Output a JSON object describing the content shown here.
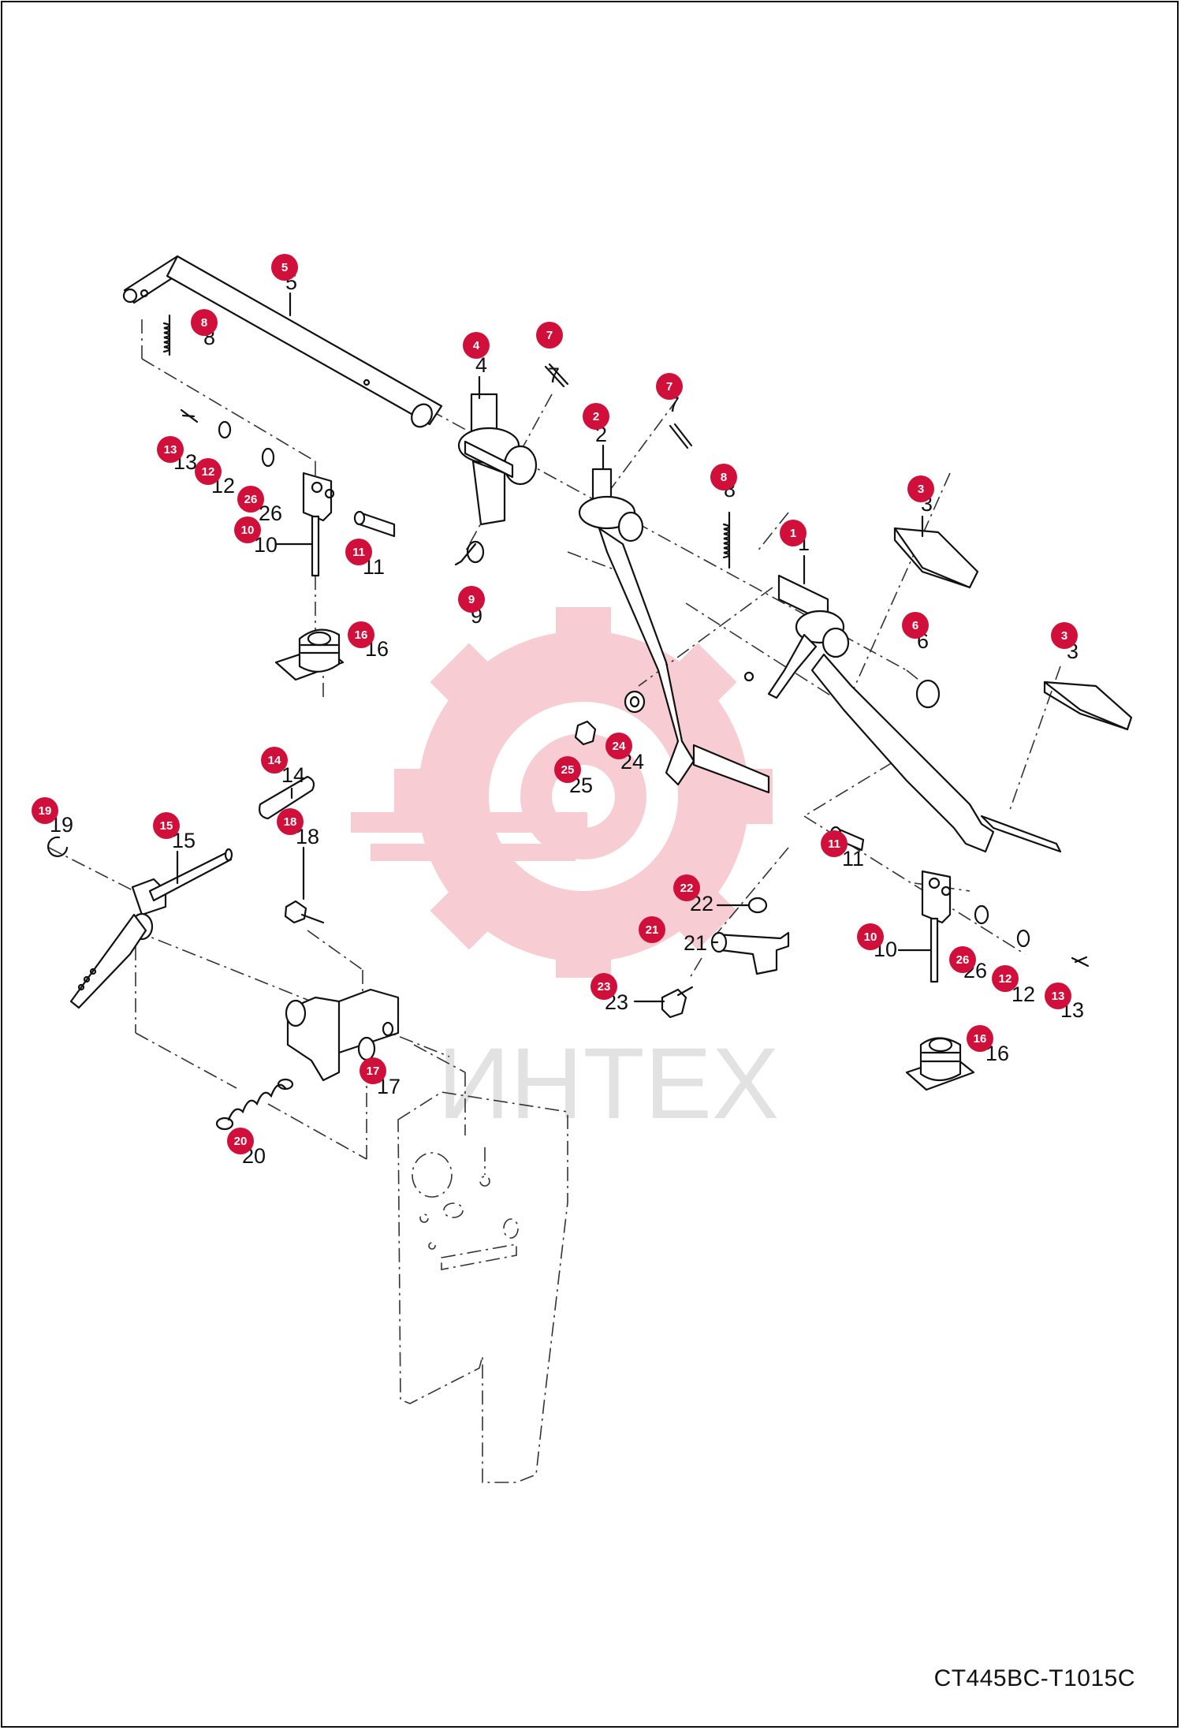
{
  "watermark": {
    "text": "ИНТЕХ"
  },
  "drawing_code": "CT445BC-T1015C",
  "colors": {
    "callout": "#d0103a",
    "watermark_gear": "#f7c8cf",
    "line": "#111111"
  },
  "labels": {
    "l5": "5",
    "l8a": "8",
    "l4": "4",
    "l7a": "7",
    "l7b": "7",
    "l2": "2",
    "l13a": "13",
    "l12a": "12",
    "l26a": "26",
    "l10a": "10",
    "l11a": "11",
    "l9": "9",
    "l8b": "8",
    "l1": "1",
    "l3a": "3",
    "l3b": "3",
    "l6": "6",
    "l16a": "16",
    "l24": "24",
    "l25": "25",
    "l14": "14",
    "l19": "19",
    "l15": "15",
    "l18": "18",
    "l22": "22",
    "l21": "21",
    "l23": "23",
    "l11b": "11",
    "l10b": "10",
    "l26b": "26",
    "l12b": "12",
    "l13b": "13",
    "l16b": "16",
    "l17": "17",
    "l20": "20"
  }
}
